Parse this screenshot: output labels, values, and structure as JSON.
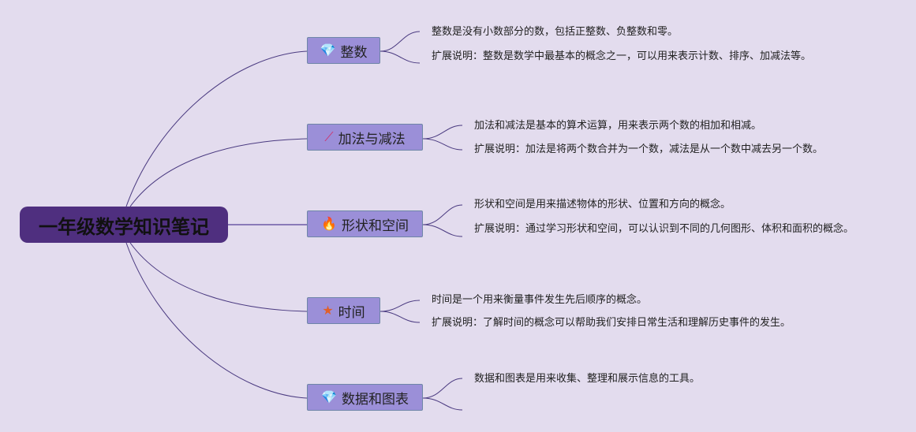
{
  "root": {
    "title": "一年级数学知识笔记"
  },
  "topics": [
    {
      "label": "整数",
      "icon": "gem-icon",
      "leaves": [
        "整数是没有小数部分的数，包括正整数、负整数和零。",
        "扩展说明：整数是数学中最基本的概念之一，可以用来表示计数、排序、加减法等。"
      ]
    },
    {
      "label": "加法与减法",
      "icon": "magic-wand-icon",
      "leaves": [
        "加法和减法是基本的算术运算，用来表示两个数的相加和相减。",
        "扩展说明：加法是将两个数合并为一个数，减法是从一个数中减去另一个数。"
      ]
    },
    {
      "label": "形状和空间",
      "icon": "flame-icon",
      "leaves": [
        "形状和空间是用来描述物体的形状、位置和方向的概念。",
        "扩展说明：通过学习形状和空间，可以认识到不同的几何图形、体积和面积的概念。"
      ]
    },
    {
      "label": "时间",
      "icon": "star-icon",
      "leaves": [
        "时间是一个用来衡量事件发生先后顺序的概念。",
        "扩展说明：了解时间的概念可以帮助我们安排日常生活和理解历史事件的发生。"
      ]
    },
    {
      "label": "数据和图表",
      "icon": "gem-icon",
      "leaves": [
        "数据和图表是用来收集、整理和展示信息的工具。"
      ]
    }
  ],
  "colors": {
    "root": "#4f2f7f",
    "node": "#9b8fd8",
    "line": "#4a3a80"
  }
}
